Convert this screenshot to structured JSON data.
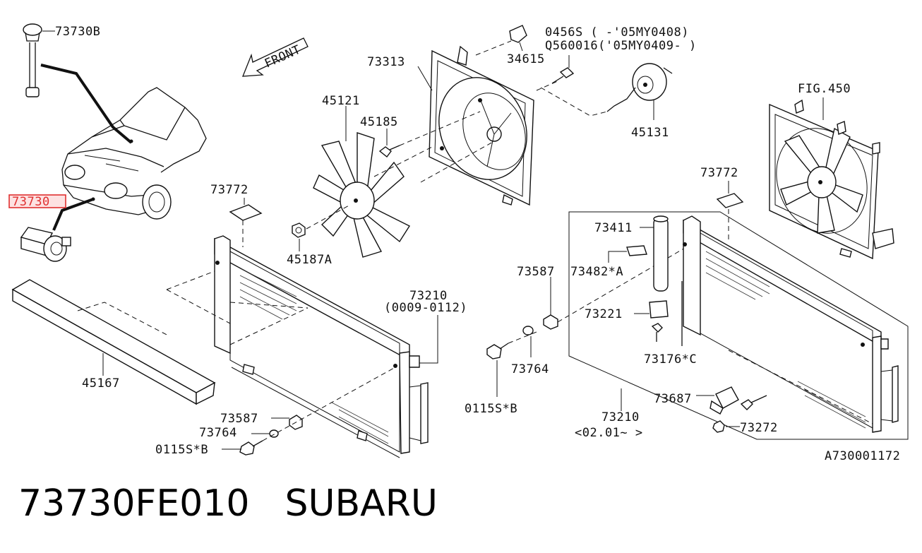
{
  "diagram": {
    "labels": {
      "l_73730b": "73730B",
      "front": "FRONT",
      "l_73730": "73730",
      "l_73313": "73313",
      "l_34615": "34615",
      "l_0456s": "0456S  ( -'05MY0408)",
      "l_q560016": "Q560016('05MY0409-  )",
      "l_45121": "45121",
      "l_45185": "45185",
      "l_45131": "45131",
      "l_fig450": "FIG.450",
      "l_73772a": "73772",
      "l_73772b": "73772",
      "l_45187a": "45187A",
      "l_73411": "73411",
      "l_73587a": "73587",
      "l_73482a": "73482*A",
      "l_73210a": "73210",
      "l_73210a_range": "(0009-0112)",
      "l_73221": "73221",
      "l_73764a": "73764",
      "l_73176c": "73176*C",
      "l_0115sb_a": "0115S*B",
      "l_45167": "45167",
      "l_73687": "73687",
      "l_73587b": "73587",
      "l_73210b": "73210",
      "l_73210b_range": "<02.01~    >",
      "l_73272": "73272",
      "l_73764b": "73764",
      "l_0115sb_b": "0115S*B",
      "l_code": "A730001172"
    },
    "highlight_color": "#e03030"
  },
  "footer": {
    "part_number": "73730FE010",
    "brand": "SUBARU"
  }
}
